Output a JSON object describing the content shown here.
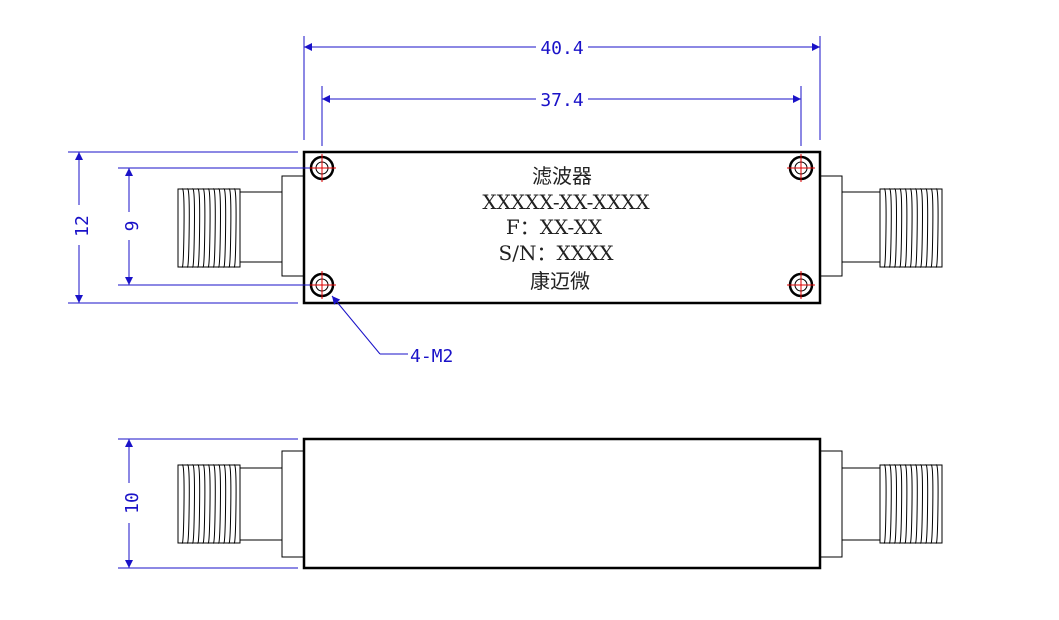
{
  "dimensions": {
    "overall_length": "40.4",
    "hole_spacing": "37.4",
    "body_height": "12",
    "hole_vertical_spacing": "9",
    "side_height": "10",
    "hole_callout": "4-M2"
  },
  "label": {
    "line1": "滤波器",
    "line2": "XXXXX-XX-XXXX",
    "line3": "F：XX-XX",
    "line4": "S/N：XXXX",
    "line5": "康迈微"
  },
  "colors": {
    "dimension": "#1a12c8",
    "centerline": "#e00000",
    "outline": "#000000"
  }
}
